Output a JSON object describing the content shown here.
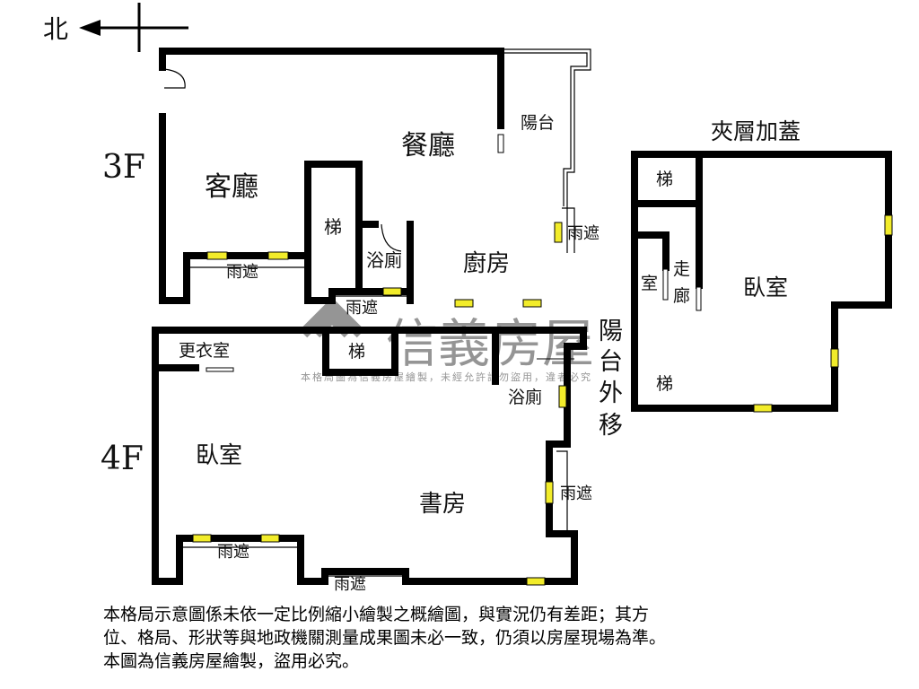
{
  "compass": {
    "north_label": "北"
  },
  "floor_3f": {
    "floor_label": "3F",
    "rooms": {
      "living": "客廳",
      "dining": "餐廳",
      "balcony": "陽台",
      "stairs": "梯",
      "bathroom": "浴廁",
      "kitchen": "廚房",
      "awning_1": "雨遮",
      "awning_2": "雨遮",
      "awning_3": "雨遮"
    }
  },
  "floor_4f": {
    "floor_label": "4F",
    "rooms": {
      "closet": "更衣室",
      "stairs": "梯",
      "bathroom": "浴廁",
      "bedroom": "臥室",
      "study": "書房",
      "awning_1": "雨遮",
      "awning_2": "雨遮",
      "awning_3": "雨遮"
    },
    "balcony_note": [
      "陽",
      "台",
      "外",
      "移"
    ]
  },
  "mezzanine": {
    "title": "夾層加蓋",
    "rooms": {
      "stairs_top": "梯",
      "stairs_bottom": "梯",
      "room": "室",
      "corridor": [
        "走",
        "廊"
      ],
      "bedroom": "臥室"
    }
  },
  "watermark": {
    "brand": "信義房屋",
    "notice": "本格局圖為信義房屋繪製，未經允許請勿盜用，違者必究"
  },
  "disclaimer": [
    "本格局示意圖係未依一定比例縮小繪製之概繪圖，與實況仍有差距；其方",
    "位、格局、形狀等與地政機關測量成果圖未必一致，仍須以房屋現場為準。",
    "本圖為信義房屋繪製，盜用必究。"
  ],
  "colors": {
    "wall": "#000000",
    "window": "#f2ec2a",
    "watermark": "#8a8a8a"
  }
}
